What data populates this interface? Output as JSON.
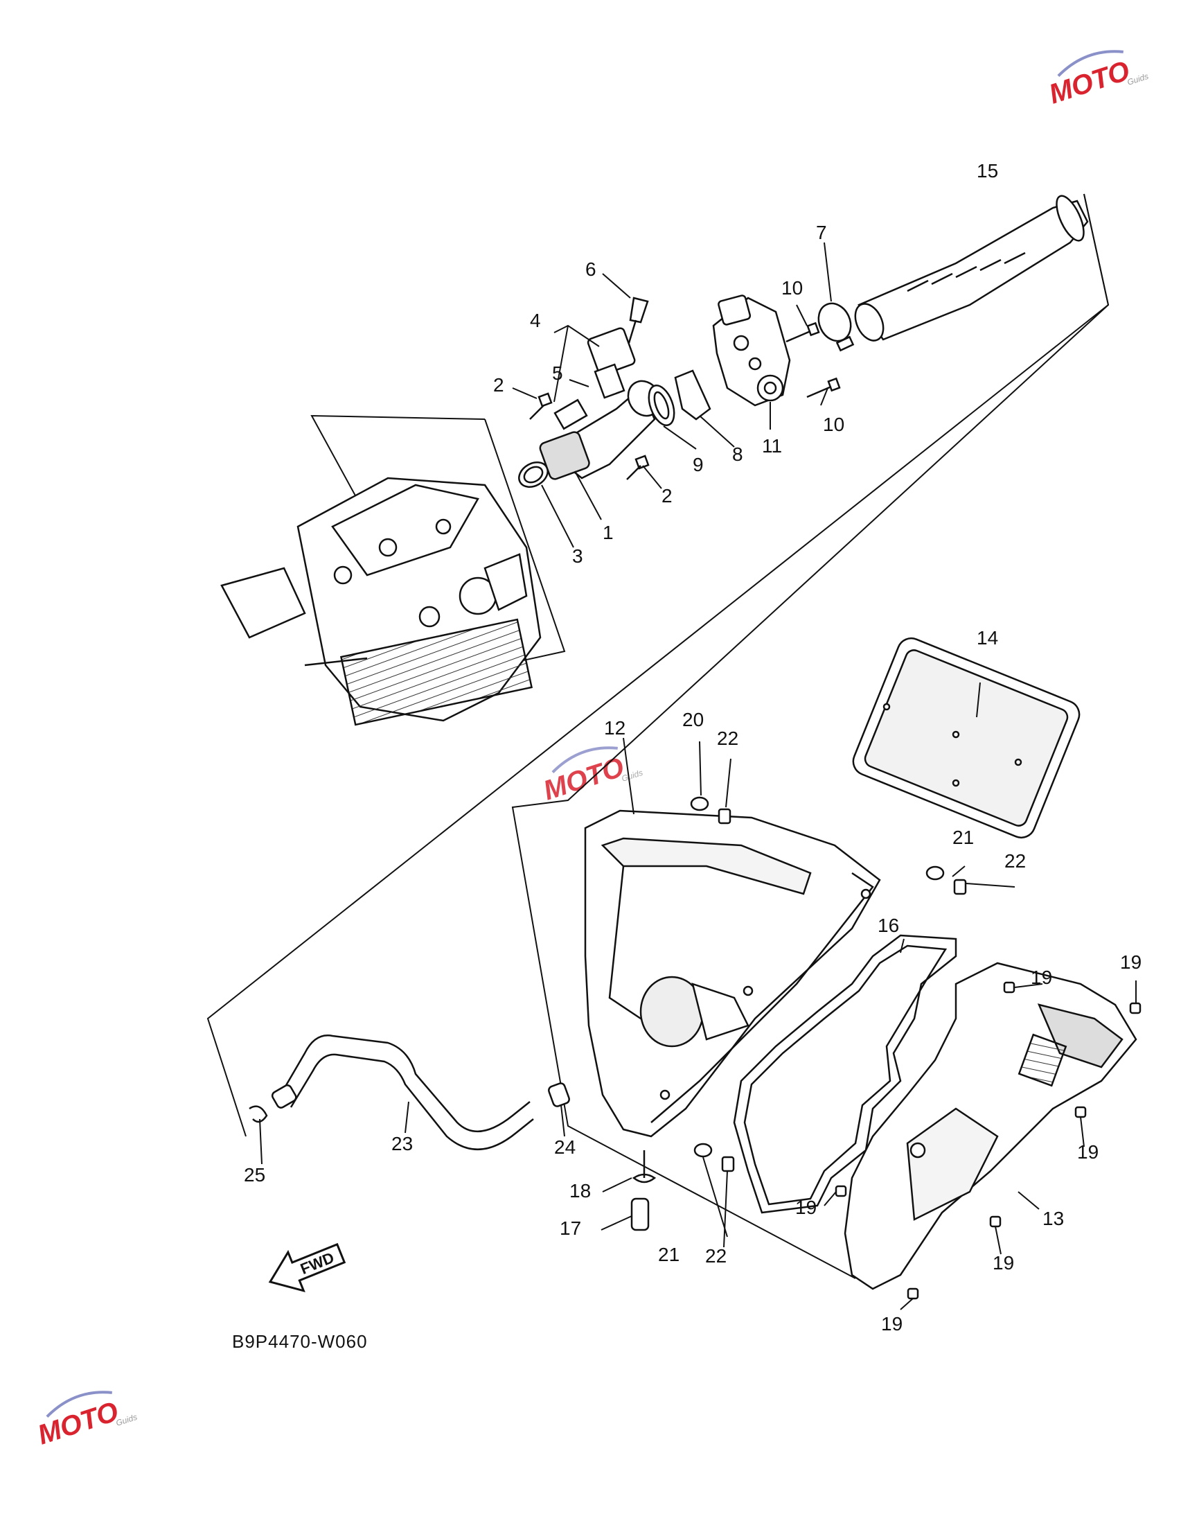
{
  "diagram_code": "B9P4470-W060",
  "fwd_label": "FWD",
  "watermark": {
    "brand": "MOTO",
    "sub": "Guids",
    "colors": {
      "red": "#d9232e",
      "blue": "#8a90c8",
      "gray": "#9a9a9a"
    }
  },
  "callouts": [
    {
      "id": "c1",
      "text": "1"
    },
    {
      "id": "c2a",
      "text": "2"
    },
    {
      "id": "c2b",
      "text": "2"
    },
    {
      "id": "c3",
      "text": "3"
    },
    {
      "id": "c4",
      "text": "4"
    },
    {
      "id": "c5",
      "text": "5"
    },
    {
      "id": "c6",
      "text": "6"
    },
    {
      "id": "c7",
      "text": "7"
    },
    {
      "id": "c8",
      "text": "8"
    },
    {
      "id": "c9",
      "text": "9"
    },
    {
      "id": "c10a",
      "text": "10"
    },
    {
      "id": "c10b",
      "text": "10"
    },
    {
      "id": "c11",
      "text": "11"
    },
    {
      "id": "c12",
      "text": "12"
    },
    {
      "id": "c13",
      "text": "13"
    },
    {
      "id": "c14",
      "text": "14"
    },
    {
      "id": "c15",
      "text": "15"
    },
    {
      "id": "c16",
      "text": "16"
    },
    {
      "id": "c17",
      "text": "17"
    },
    {
      "id": "c18",
      "text": "18"
    },
    {
      "id": "c19a",
      "text": "19"
    },
    {
      "id": "c19b",
      "text": "19"
    },
    {
      "id": "c19c",
      "text": "19"
    },
    {
      "id": "c19d",
      "text": "19"
    },
    {
      "id": "c19e",
      "text": "19"
    },
    {
      "id": "c19f",
      "text": "19"
    },
    {
      "id": "c20",
      "text": "20"
    },
    {
      "id": "c21a",
      "text": "21"
    },
    {
      "id": "c21b",
      "text": "21"
    },
    {
      "id": "c22a",
      "text": "22"
    },
    {
      "id": "c22b",
      "text": "22"
    },
    {
      "id": "c22c",
      "text": "22"
    },
    {
      "id": "c23",
      "text": "23"
    },
    {
      "id": "c24",
      "text": "24"
    },
    {
      "id": "c25",
      "text": "25"
    }
  ]
}
